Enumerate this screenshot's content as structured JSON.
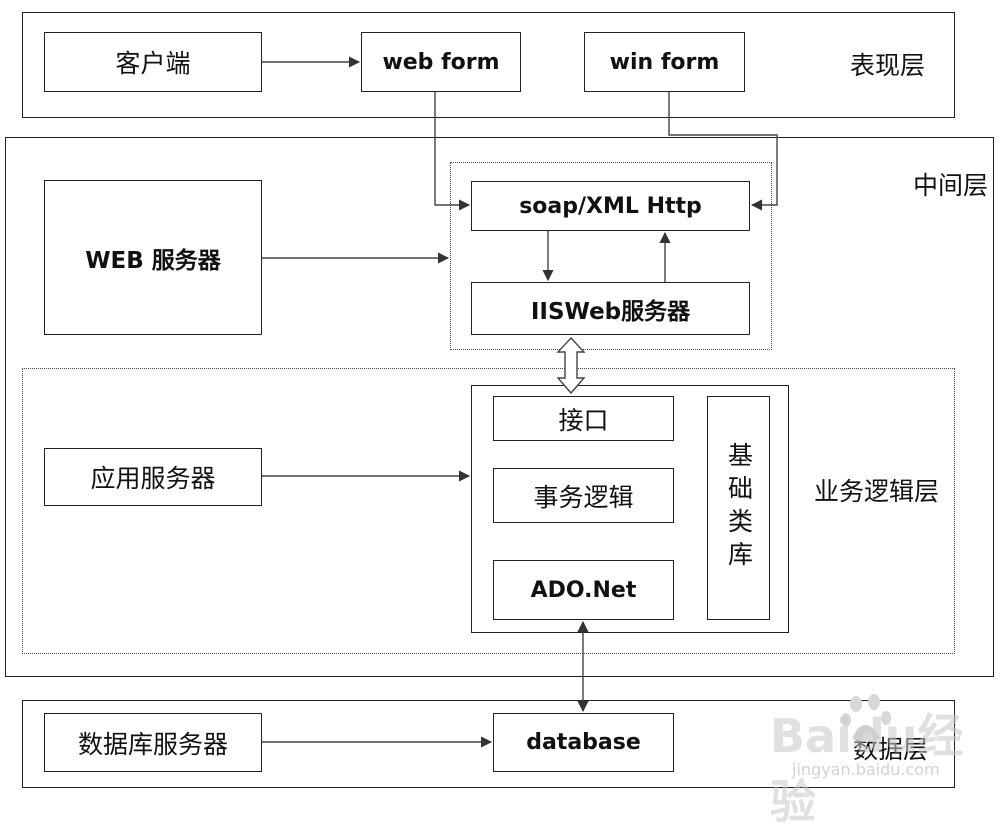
{
  "layers": {
    "presentation": "表现层",
    "middle": "中间层",
    "business": "业务逻辑层",
    "data": "数据层"
  },
  "nodes": {
    "client": "客户端",
    "web_form": "web form",
    "win_form": "win form",
    "web_server": "WEB 服务器",
    "soap": "soap/XML Http",
    "iis": "IISWeb服务器",
    "app_server": "应用服务器",
    "interface": "接口",
    "business_logic": "事务逻辑",
    "ado": "ADO.Net",
    "base_lib": "基础类库",
    "db_server": "数据库服务器",
    "database": "database"
  },
  "watermark": {
    "brand": "Baidu经验",
    "url": "jingyan.baidu.com"
  }
}
